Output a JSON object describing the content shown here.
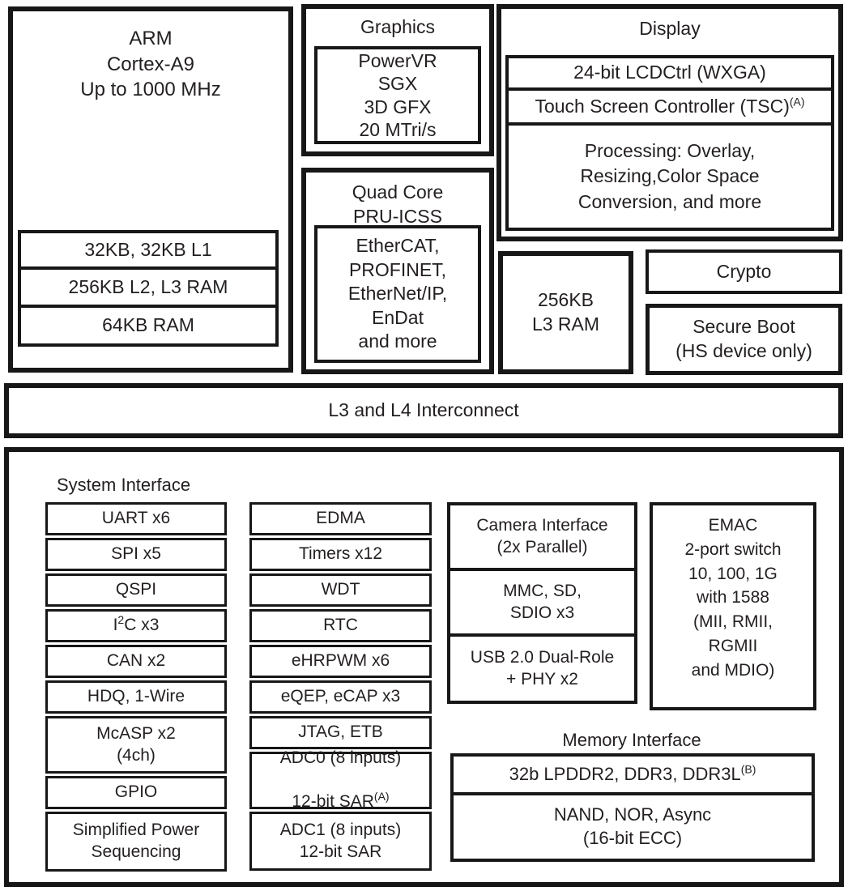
{
  "diagram": {
    "arm": {
      "title": "ARM\nCortex-A9\nUp to 1000 MHz",
      "mem": {
        "l1": "32KB, 32KB L1",
        "l2": "256KB L2, L3 RAM",
        "ram": "64KB RAM"
      }
    },
    "graphics": {
      "title": "Graphics",
      "content": "PowerVR\nSGX\n3D GFX\n20 MTri/s"
    },
    "pru": {
      "title": "Quad Core\nPRU-ICSS",
      "content": "EtherCAT,\nPROFINET,\nEtherNet/IP,\nEnDat\nand more"
    },
    "display": {
      "title": "Display",
      "lcd": "24-bit LCDCtrl (WXGA)",
      "tsc": "Touch Screen Controller (TSC)",
      "tsc_sup": "(A)",
      "processing": "Processing: Overlay,\nResizing,Color Space\nConversion, and more"
    },
    "l3ram": "256KB\nL3 RAM",
    "crypto": "Crypto",
    "secure_boot": "Secure Boot\n(HS device only)",
    "interconnect": "L3 and L4 Interconnect",
    "si": {
      "title": "System Interface",
      "col1": {
        "uart": "UART x6",
        "spi": "SPI x5",
        "qspi": "QSPI",
        "can": "CAN x2",
        "hdq": "HDQ, 1-Wire",
        "mcasp": "McASP x2\n(4ch)",
        "gpio": "GPIO",
        "power": "Simplified Power\nSequencing"
      },
      "i2c": {
        "pre": "I",
        "sup": "2",
        "post": "C x3"
      },
      "col2": {
        "edma": "EDMA",
        "timers": "Timers x12",
        "wdt": "WDT",
        "rtc": "RTC",
        "ehrpwm": "eHRPWM x6",
        "eqep": "eQEP, eCAP x3",
        "jtag": "JTAG, ETB"
      },
      "adc0": {
        "line1": "ADC0 (8 inputs)",
        "line2": "12-bit SAR",
        "sup": "(A)"
      },
      "adc1": "ADC1 (8 inputs)\n12-bit SAR",
      "col3": {
        "camera": "Camera Interface\n(2x Parallel)",
        "mmc": "MMC, SD,\nSDIO x3",
        "usb": "USB 2.0 Dual-Role\n+ PHY x2"
      },
      "emac": "EMAC\n2-port switch\n10, 100, 1G\nwith 1588\n(MII, RMII,\nRGMII\nand MDIO)"
    },
    "mi": {
      "title": "Memory Interface",
      "ddr": "32b LPDDR2, DDR3, DDR3L",
      "ddr_sup": "(B)",
      "flash": "NAND, NOR, Async\n(16-bit ECC)"
    }
  }
}
